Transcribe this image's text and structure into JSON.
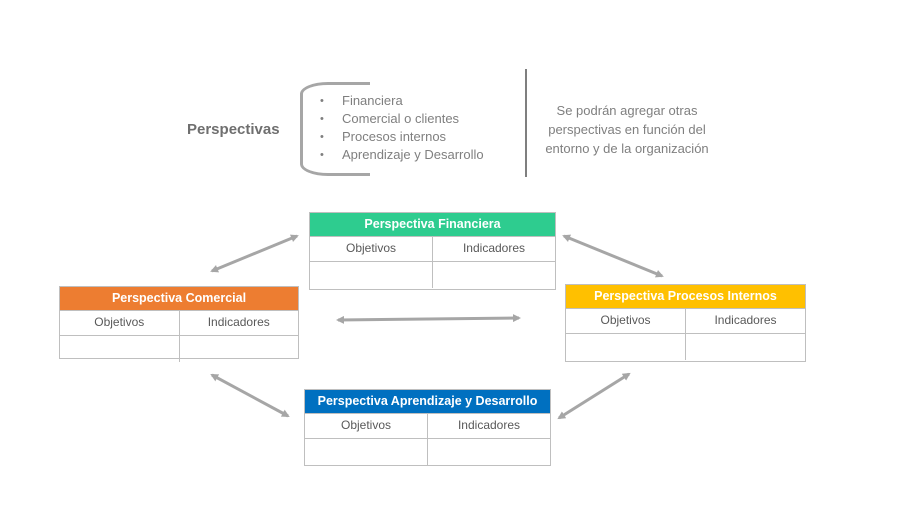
{
  "intro": {
    "title": "Perspectivas",
    "items": [
      "Financiera",
      "Comercial o clientes",
      "Procesos internos",
      "Aprendizaje y Desarrollo"
    ],
    "note": "Se podrán agregar otras perspectivas en función del entorno y de la organización"
  },
  "cards": {
    "financiera": {
      "title": "Perspectiva Financiera",
      "col1": "Objetivos",
      "col2": "Indicadores",
      "color": "#2ecc8f"
    },
    "comercial": {
      "title": "Perspectiva Comercial",
      "col1": "Objetivos",
      "col2": "Indicadores",
      "color": "#ed7d31"
    },
    "procesos": {
      "title": "Perspectiva Procesos Internos",
      "col1": "Objetivos",
      "col2": "Indicadores",
      "color": "#ffc000"
    },
    "aprendizaje": {
      "title": "Perspectiva Aprendizaje y Desarrollo",
      "col1": "Objetivos",
      "col2": "Indicadores",
      "color": "#0070c0"
    }
  },
  "colors": {
    "arrow": "#a6a6a6",
    "grid": "#bfbfbf"
  }
}
